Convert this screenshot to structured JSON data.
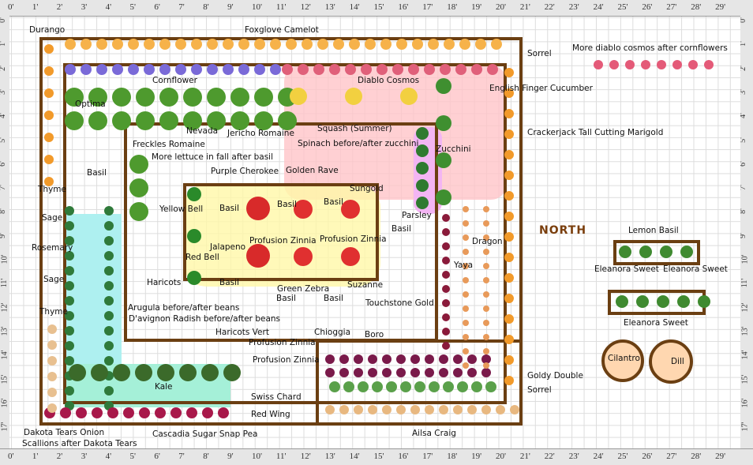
{
  "ruler": {
    "top": [
      "0'",
      "1'",
      "2'",
      "3'",
      "4'",
      "5'",
      "6'",
      "7'",
      "8'",
      "9'",
      "10'",
      "11'",
      "12'",
      "13'",
      "14'",
      "15'",
      "16'",
      "17'",
      "18'",
      "19'",
      "20'",
      "21'",
      "22'",
      "23'",
      "24'",
      "25'",
      "26'",
      "27'",
      "28'",
      "29'"
    ],
    "side": [
      "0'",
      "1'",
      "2'",
      "3'",
      "4'",
      "5'",
      "6'",
      "7'",
      "8'",
      "9'",
      "10'",
      "11'",
      "12'",
      "13'",
      "14'",
      "15'",
      "16'",
      "17'"
    ]
  },
  "compass": "NORTH",
  "colors": {
    "bed_border": "#6b3f12",
    "squash_zone": "#ffb3b8",
    "bean_zone": "#a8f0f0",
    "kale_zone": "#9ff0d0",
    "spinach_zone": "#f0a8f0"
  },
  "labels": [
    "Durango",
    "Foxglove Camelot",
    "Sorrel",
    "More diablo cosmos after cornflowers",
    "Cornflower",
    "Diablo Cosmos",
    "English Finger Cucumber",
    "Optima",
    "Nevada",
    "Jericho Romaine",
    "Crackerjack Tall Cutting Marigold",
    "Squash (Summer)",
    "Freckles Romaine",
    "Spinach before/after zucchini",
    "Zucchini",
    "More lettuce in fall after basil",
    "Basil",
    "Purple Cherokee",
    "Golden Rave",
    "Thyme",
    "Sungold",
    "Yellow Bell",
    "Basil",
    "Basil",
    "Basil",
    "Sage",
    "Parsley",
    "Basil",
    "Rosemary",
    "Profusion Zinnia",
    "Profusion Zinnia",
    "Jalapeno",
    "Dragon",
    "Lemon Basil",
    "Red Bell",
    "Yaya",
    "Eleanora Sweet",
    "Eleanora Sweet",
    "Sage",
    "Haricots",
    "Basil",
    "Suzanne",
    "Green Zebra",
    "Basil",
    "Basil",
    "Touchstone Gold",
    "Arugula before/after beans",
    "Thyme",
    "D'avignon Radish before/after beans",
    "Eleanora Sweet",
    "Haricots Vert",
    "Chioggia",
    "Boro",
    "Profusion Zinnia",
    "Cilantro",
    "Dill",
    "Profusion Zinnia",
    "Kale",
    "Goldy Double",
    "Sorrel",
    "Swiss Chard",
    "Red Wing",
    "Dakota Tears Onion",
    "Cascadia Sugar Snap Pea",
    "Ailsa Craig",
    "Scallions after Dakota Tears"
  ]
}
